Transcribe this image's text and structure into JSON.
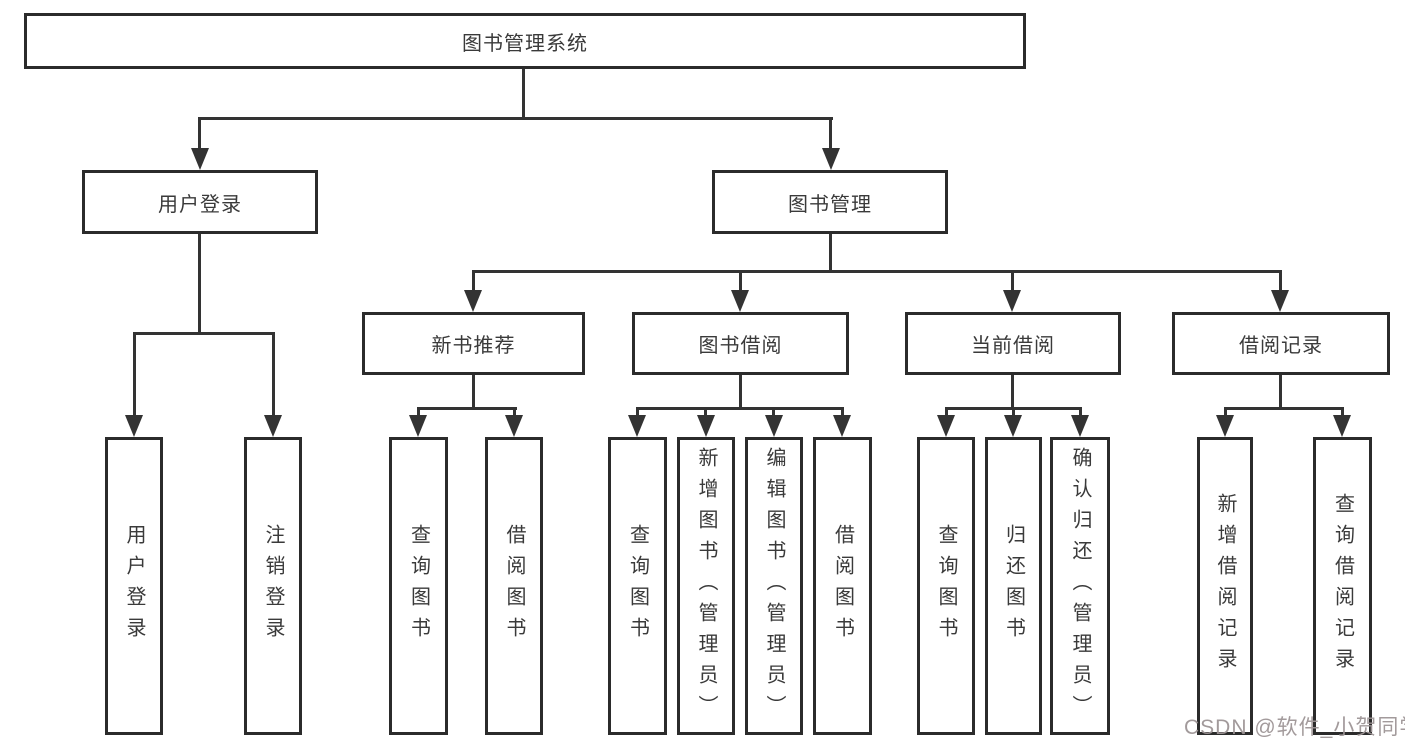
{
  "diagram_title": "图书管理系统",
  "nodes": {
    "root": "图书管理系统",
    "user_login": "用户登录",
    "book_mgmt": "图书管理",
    "new_books": "新书推荐",
    "book_borrow": "图书借阅",
    "current_borrow": "当前借阅",
    "borrow_records": "借阅记录",
    "leaf_user_login": "用户登录",
    "leaf_logout": "注销登录",
    "leaf_nb_query": "查询图书",
    "leaf_nb_borrow": "借阅图书",
    "leaf_bb_query": "查询图书",
    "leaf_bb_add": "新增图书（管理员）",
    "leaf_bb_edit": "编辑图书（管理员）",
    "leaf_bb_borrow": "借阅图书",
    "leaf_cb_query": "查询图书",
    "leaf_cb_return": "归还图书",
    "leaf_cb_confirm": "确认归还（管理员）",
    "leaf_br_add": "新增借阅记录",
    "leaf_br_query": "查询借阅记录"
  },
  "watermark": {
    "text": "CSDN @软件_小贺同学"
  },
  "colors": {
    "line": "#333333",
    "border": "#2b2b2b",
    "text": "#3a3a3a",
    "background": "#ffffff",
    "watermark": "#9e9596"
  }
}
